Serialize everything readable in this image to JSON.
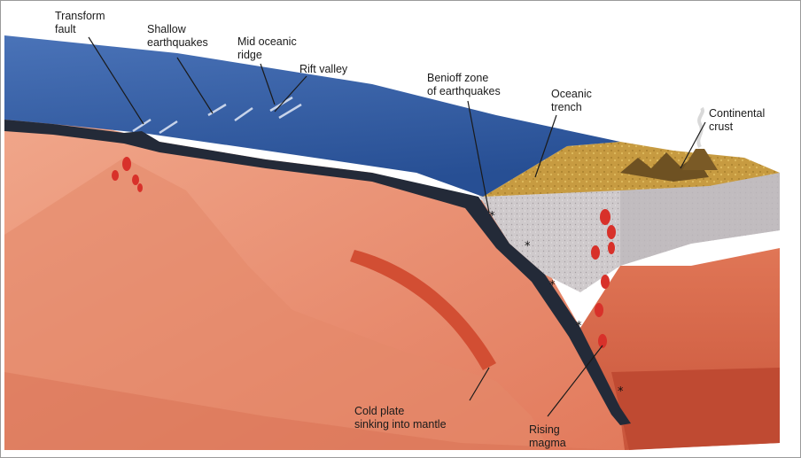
{
  "labels": {
    "transform_fault": [
      "Transform",
      "fault"
    ],
    "shallow_earthquakes": [
      "Shallow",
      "earthquakes"
    ],
    "mid_oceanic_ridge": [
      "Mid oceanic",
      "ridge"
    ],
    "rift_valley": [
      "Rift valley"
    ],
    "benioff_zone": [
      "Benioff zone",
      "of earthquakes"
    ],
    "oceanic_trench": [
      "Oceanic",
      "trench"
    ],
    "continental_crust": [
      "Continental",
      "crust"
    ],
    "cold_plate": [
      "Cold plate",
      "sinking into mantle"
    ],
    "rising_magma": [
      "Rising",
      "magma"
    ]
  },
  "colors": {
    "ocean": "#2f5fa8",
    "ocean_side": "#2a4f8c",
    "mantle": "#e8957a",
    "mantle_dark": "#d9694a",
    "lithosphere": "#232a38",
    "continental_crust": "#c9c4c6",
    "land": "#c9a24a",
    "magma": "#d8312a"
  }
}
